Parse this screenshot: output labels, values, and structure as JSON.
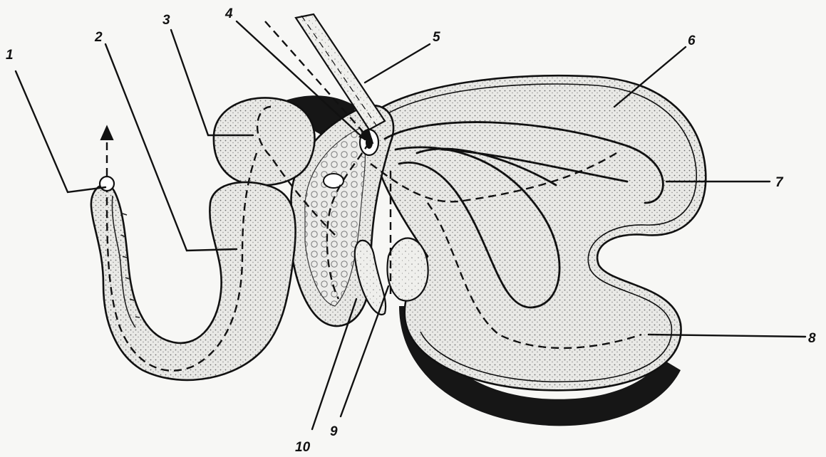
{
  "figure": {
    "labels": [
      {
        "id": "1",
        "text": "1"
      },
      {
        "id": "2",
        "text": "2"
      },
      {
        "id": "3",
        "text": "3"
      },
      {
        "id": "4",
        "text": "4"
      },
      {
        "id": "5",
        "text": "5"
      },
      {
        "id": "6",
        "text": "6"
      },
      {
        "id": "7",
        "text": "7"
      },
      {
        "id": "8",
        "text": "8"
      },
      {
        "id": "9",
        "text": "9"
      },
      {
        "id": "10",
        "text": "10"
      }
    ]
  },
  "colors": {
    "ink": "#111111",
    "paper": "#f7f7f5",
    "stipple": "#7a7a7a"
  }
}
